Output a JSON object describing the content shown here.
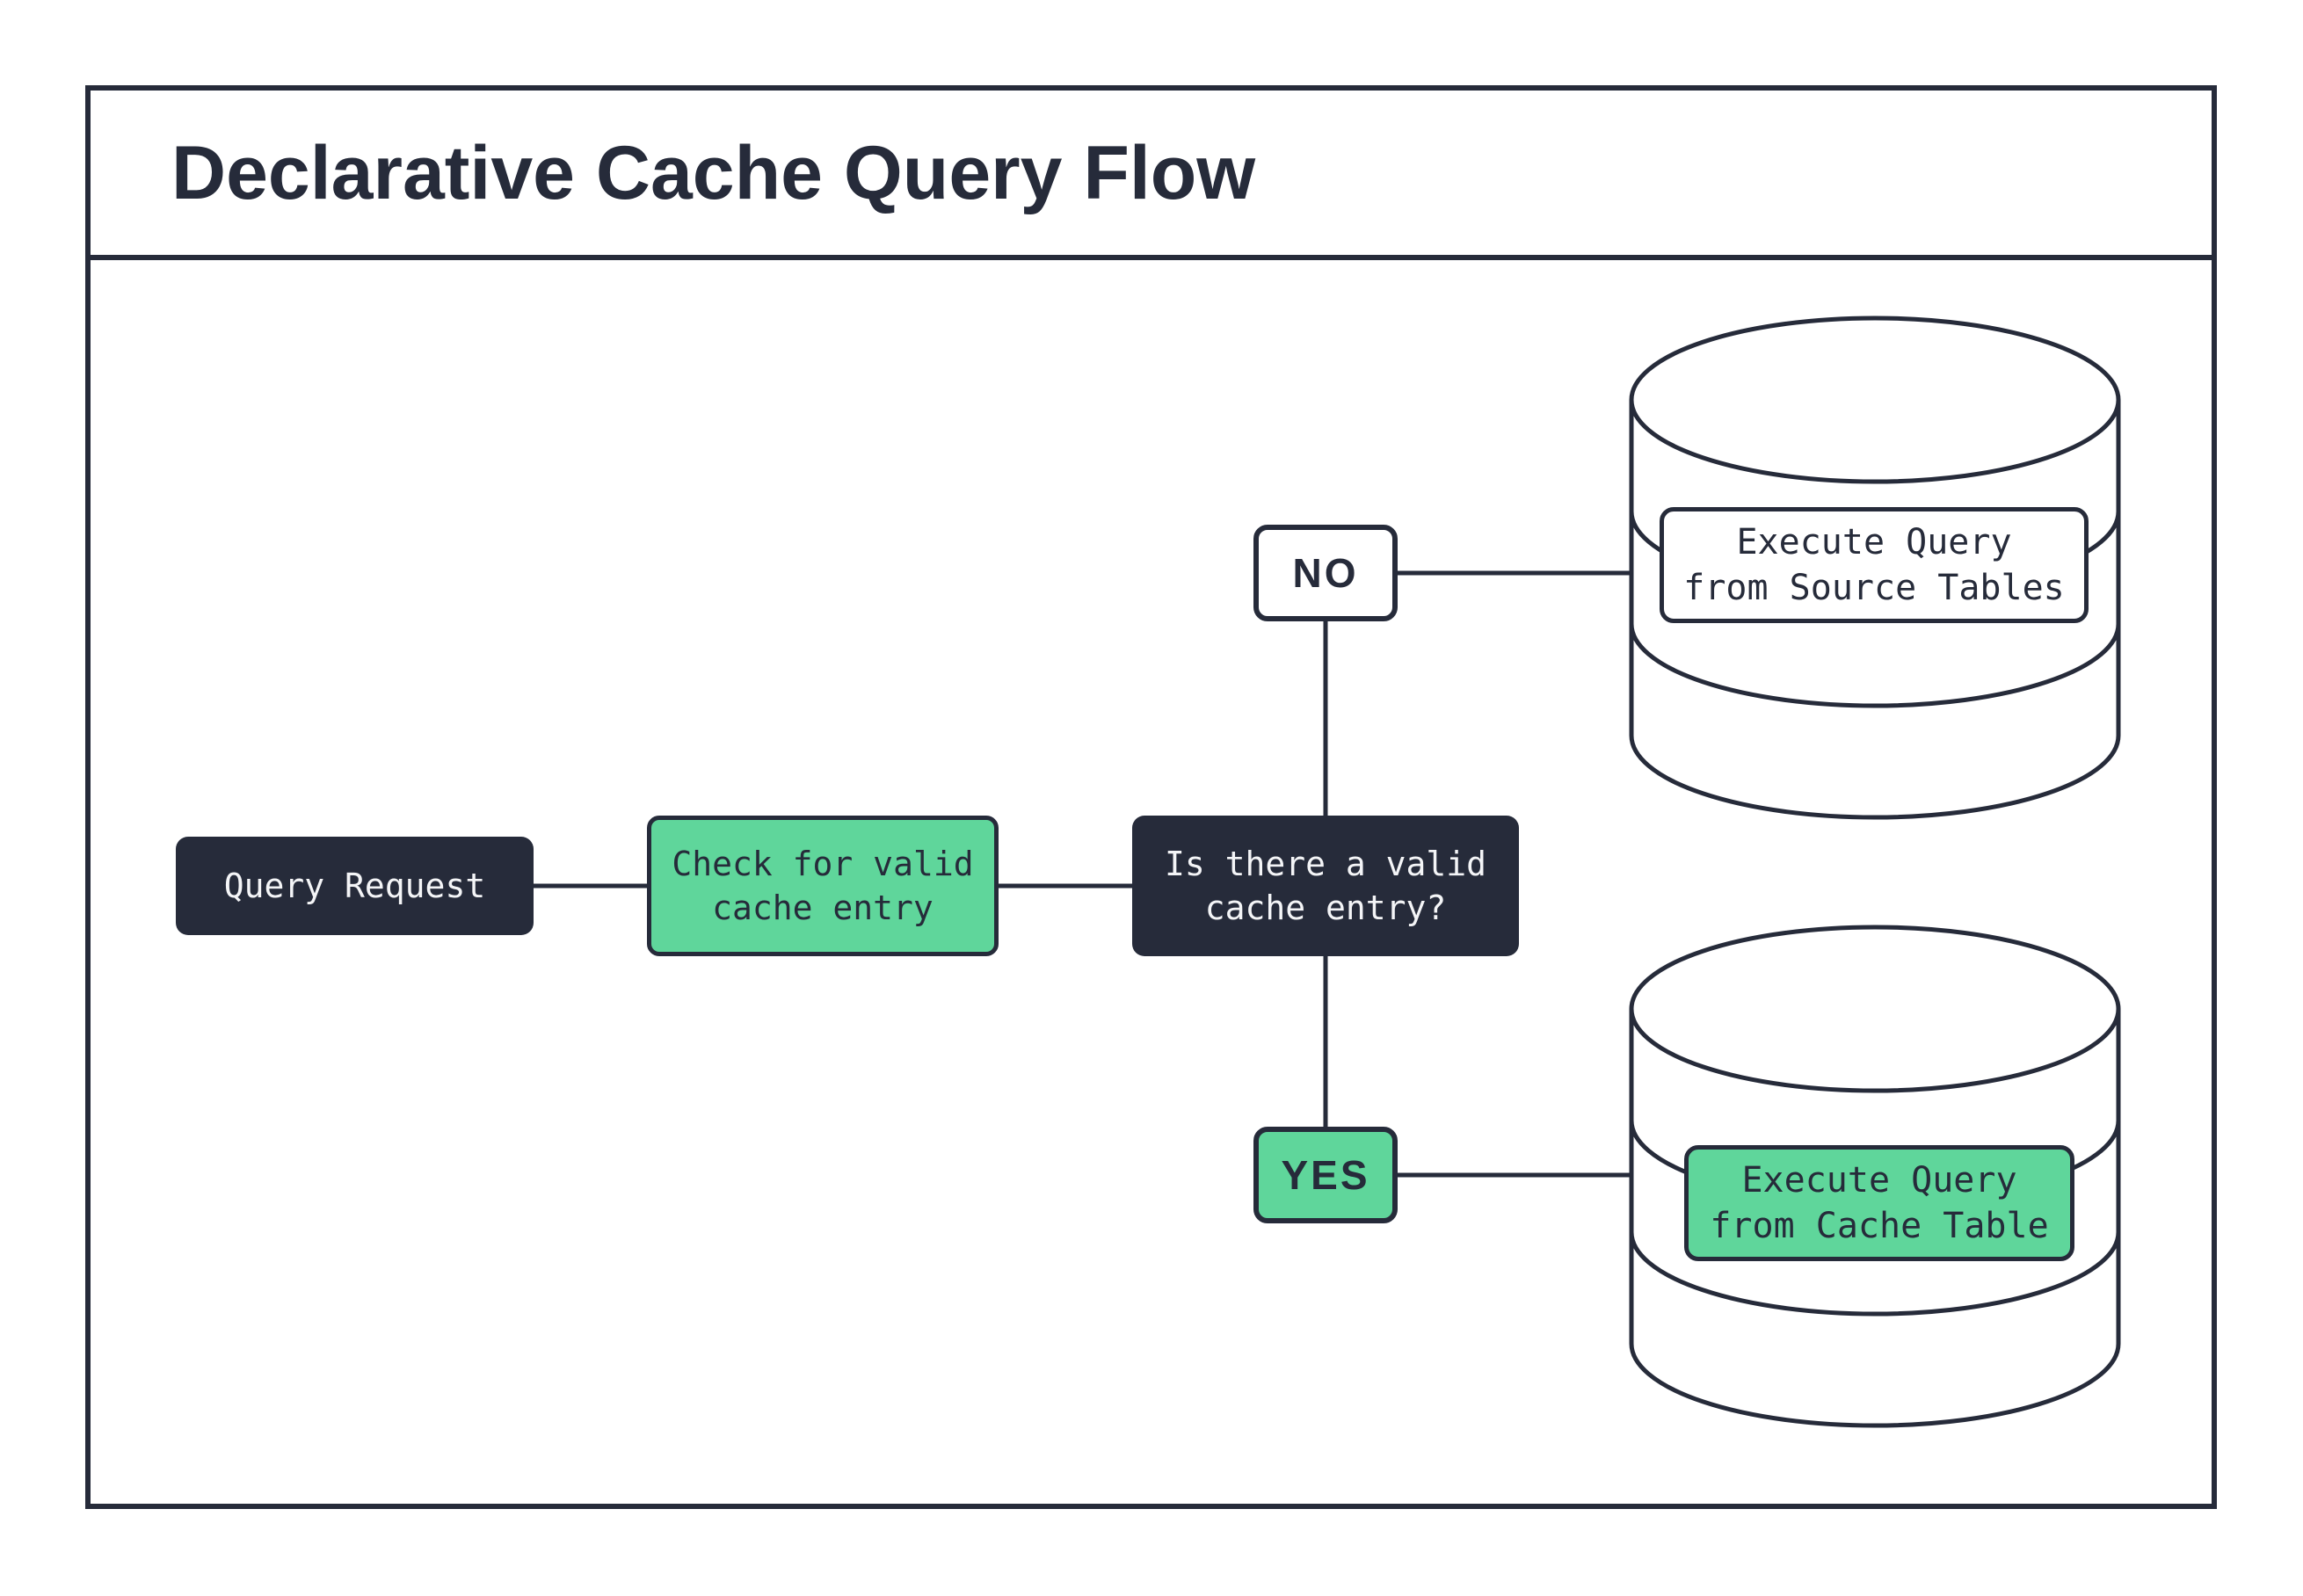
{
  "title": "Declarative Cache Query Flow",
  "colors": {
    "dark": "#262b3a",
    "green": "#5fd69b",
    "paper": "#ffffff"
  },
  "flow": {
    "query_request": {
      "label": "Query Request"
    },
    "check_cache": {
      "line1": "Check for valid",
      "line2": "cache entry"
    },
    "decision": {
      "line1": "Is there a valid",
      "line2": "cache entry?"
    },
    "branch_no": {
      "label": "NO"
    },
    "branch_yes": {
      "label": "YES"
    },
    "execute_source": {
      "line1": "Execute Query",
      "line2": "from Source Tables"
    },
    "execute_cache": {
      "line1": "Execute Query",
      "line2": "from Cache Table"
    }
  }
}
